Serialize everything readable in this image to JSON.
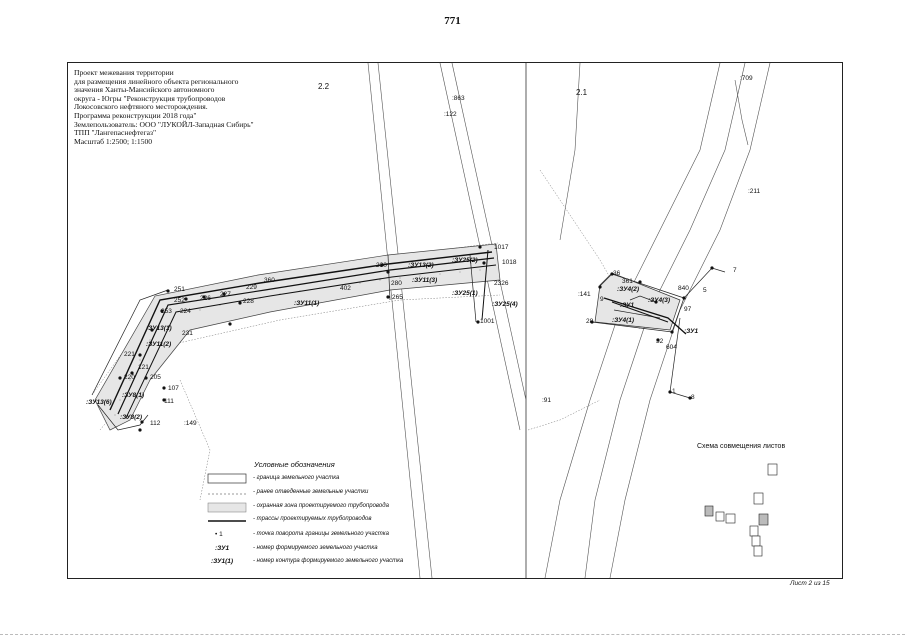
{
  "page_number": "771",
  "title_block": [
    "Проект межевания территории",
    "для размещения линейного объекта регионального",
    "значения Ханты-Мансийского автономного",
    "округа - Югры \"Реконструкция трубопроводов",
    "Локосовского нефтяного месторождения.",
    "Программа реконструкции 2018 года\"",
    "Землепользователь: ООО \"ЛУКОЙЛ-Западная Сибирь\"",
    "ТПП \"Лангепаснефтегаз\"",
    "Масштаб 1:2500; 1:1500"
  ],
  "sheet_labels": {
    "left": "2.2",
    "right": "2.1"
  },
  "parcel_labels_left": [
    ":863",
    ":122",
    ":149",
    "251",
    "252",
    "226",
    "227",
    "228",
    "229",
    "224",
    "253",
    "231",
    "221",
    "220",
    "121",
    "205",
    "107",
    "111",
    "112",
    "360",
    "402",
    "230",
    "1017",
    "1018",
    "2326",
    "1001",
    "265",
    "280"
  ],
  "zu_labels_left": [
    ":ЗУ11(1)",
    ":ЗУ13(2)",
    ":ЗУ25(2)",
    ":ЗУ11(3)",
    ":ЗУ25(1)",
    ":ЗУ25(4)",
    ":ЗУ13(1)",
    ":ЗУ11(2)",
    ":ЗУ8(1)",
    ":ЗУ8(2)",
    ":ЗУ13(6)"
  ],
  "parcel_labels_right": [
    ":709",
    ":211",
    ":141",
    ":91",
    "361",
    "840",
    "604",
    "97",
    "32",
    "28",
    "36",
    "1",
    "5",
    "7",
    "8",
    "9"
  ],
  "zu_labels_right": [
    ":ЗУ4(2)",
    ":ЗУ4(3)",
    ":ЗУ4(1)",
    ":ЗУ1",
    ":ЗУ1"
  ],
  "legend": {
    "title": "Условные обозначения",
    "items": [
      {
        "symbol": "parcel-boundary",
        "text": "- граница земельного участка"
      },
      {
        "symbol": "existing-parcels",
        "text": "- ранее отведенные земельные участки"
      },
      {
        "symbol": "protection-zone",
        "text": "- охранная зона проектируемого трубопровода"
      },
      {
        "symbol": "pipeline-route",
        "text": "- трассы проектируемых трубопроводов"
      },
      {
        "symbol": "turn-point",
        "sample": "• 1",
        "text": "- точка поворота границы земельного участка"
      },
      {
        "symbol": "parcel-number",
        "sample": ":ЗУ1",
        "text": "- номер формируемого земельного участка"
      },
      {
        "symbol": "contour-number",
        "sample": ":ЗУ1(1)",
        "text": "- номер контура формируемого земельного участка"
      }
    ]
  },
  "scheme_title": "Схема совмещения листов",
  "sheet_footer": "Лист 2 из 15"
}
